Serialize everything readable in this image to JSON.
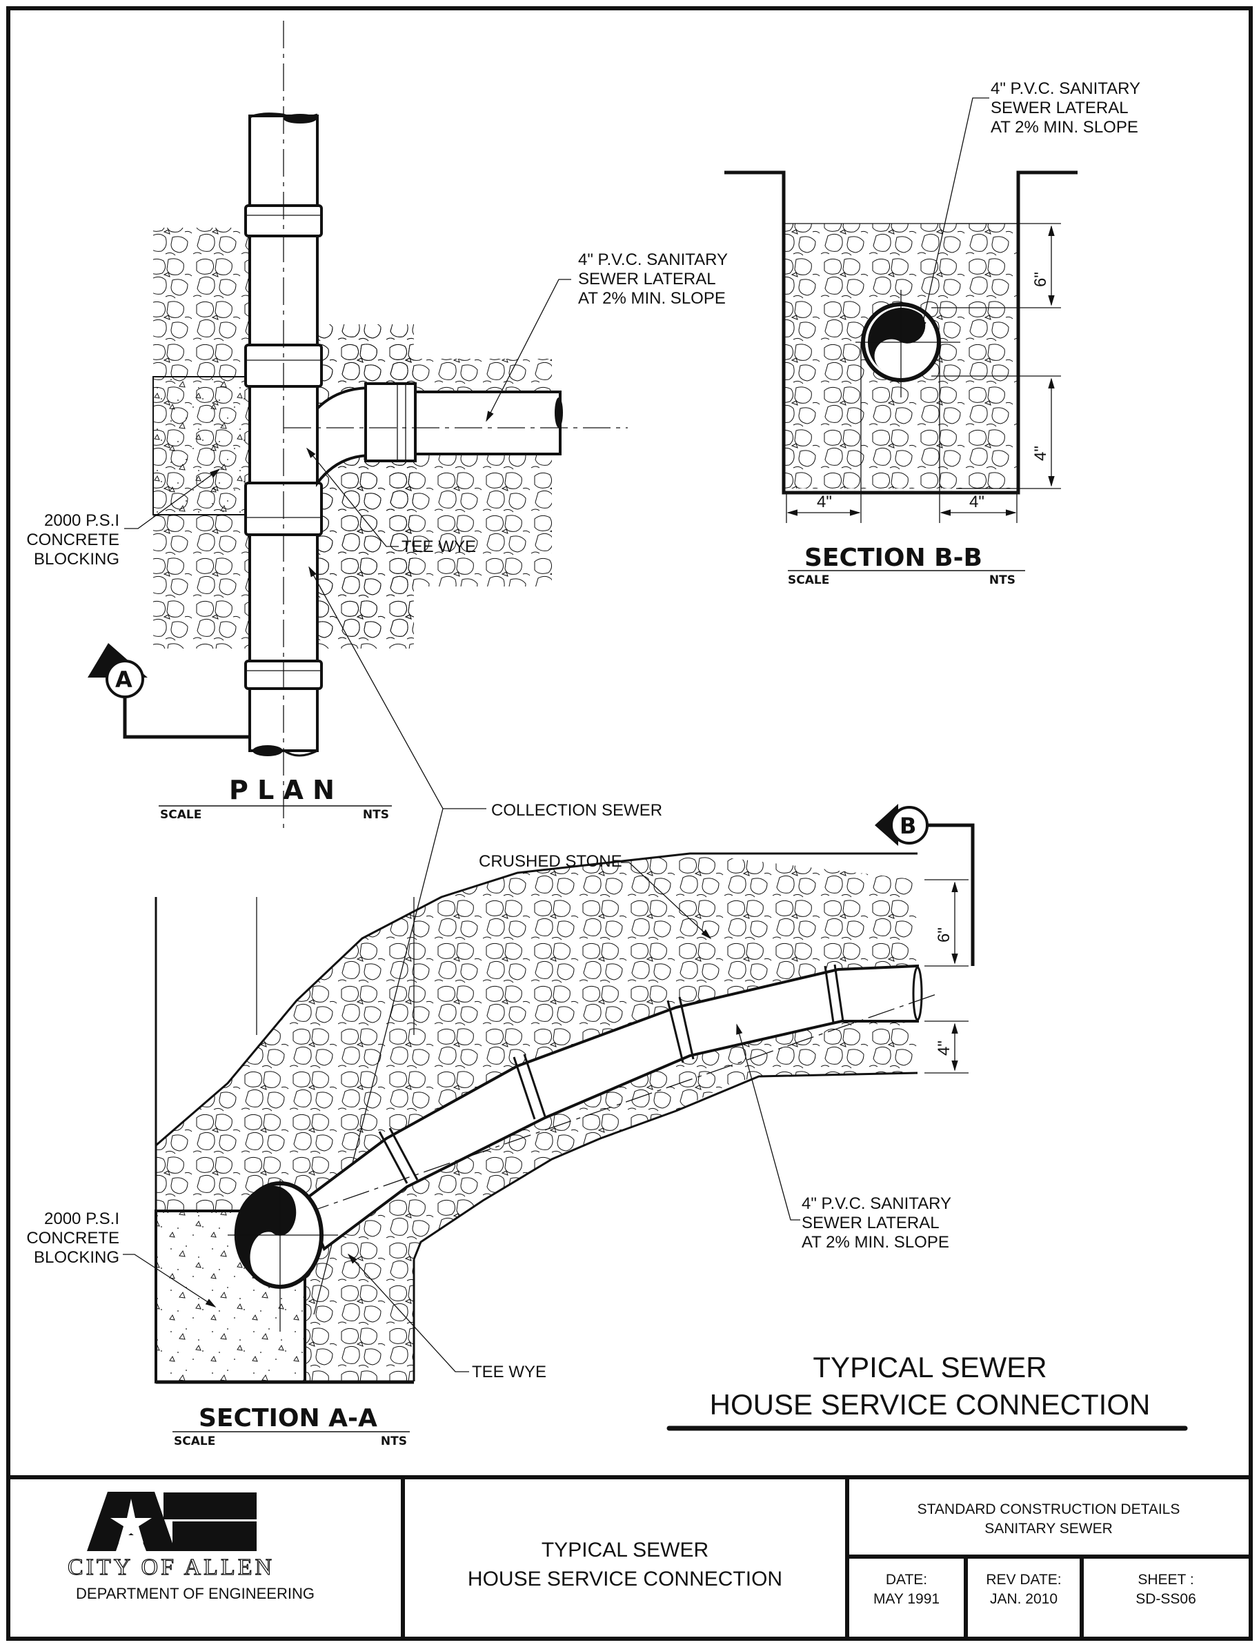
{
  "sheet": {
    "title_main_line1": "TYPICAL SEWER",
    "title_main_line2": "HOUSE SERVICE CONNECTION"
  },
  "plan": {
    "title": "P L A N",
    "scale_label": "SCALE",
    "scale_value": "NTS",
    "callouts": {
      "lateral_line1": "4\" P.V.C. SANITARY",
      "lateral_line2": "SEWER LATERAL",
      "lateral_line3": "AT 2% MIN. SLOPE",
      "blocking_line1": "2000 P.S.I",
      "blocking_line2": "CONCRETE",
      "blocking_line3": "BLOCKING",
      "tee_wye": "TEE WYE",
      "collection_sewer": "COLLECTION SEWER"
    },
    "section_marker": "A"
  },
  "section_b": {
    "title": "SECTION B-B",
    "scale_label": "SCALE",
    "scale_value": "NTS",
    "callout_line1": "4\" P.V.C. SANITARY",
    "callout_line2": "SEWER LATERAL",
    "callout_line3": "AT 2% MIN. SLOPE",
    "dim_top": "6\"",
    "dim_bottom": "4\"",
    "dim_left": "4\"",
    "dim_right": "4\""
  },
  "section_a": {
    "title": "SECTION A-A",
    "scale_label": "SCALE",
    "scale_value": "NTS",
    "section_marker": "B",
    "crushed_stone": "CRUSHED STONE",
    "blocking_line1": "2000 P.S.I",
    "blocking_line2": "CONCRETE",
    "blocking_line3": "BLOCKING",
    "tee_wye": "TEE WYE",
    "lateral_line1": "4\" P.V.C. SANITARY",
    "lateral_line2": "SEWER LATERAL",
    "lateral_line3": "AT 2% MIN. SLOPE",
    "dim_top": "6\"",
    "dim_bottom": "4\""
  },
  "title_block": {
    "city": "CITY OF ALLEN",
    "department": "DEPARTMENT OF ENGINEERING",
    "drawing_title_line1": "TYPICAL SEWER",
    "drawing_title_line2": "HOUSE SERVICE CONNECTION",
    "category_line1": "STANDARD CONSTRUCTION DETAILS",
    "category_line2": "SANITARY SEWER",
    "date_label": "DATE:",
    "date_value": "MAY 1991",
    "rev_label": "REV DATE:",
    "rev_value": "JAN. 2010",
    "sheet_label": "SHEET :",
    "sheet_value": "SD-SS06"
  }
}
